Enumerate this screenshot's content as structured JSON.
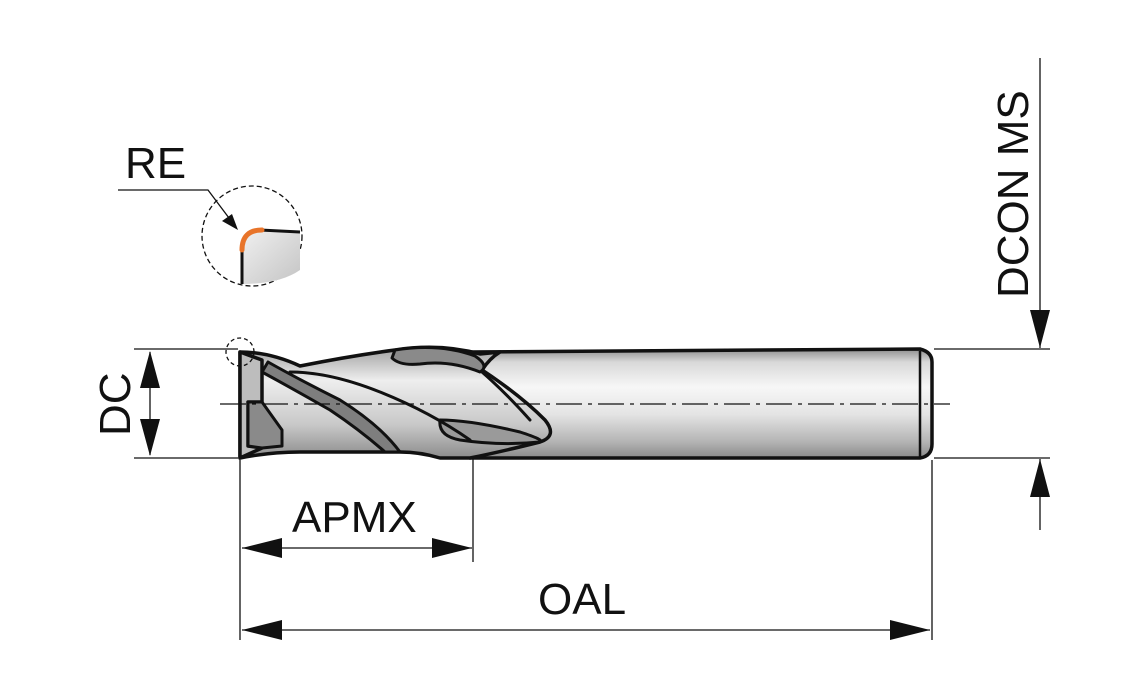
{
  "labels": {
    "re": "RE",
    "dcon_ms": "DCON MS",
    "dc": "DC",
    "apmx": "APMX",
    "oal": "OAL"
  },
  "colors": {
    "corner_radius_highlight": "#e8742a",
    "tool_body_light": "#f2f2f2",
    "tool_body_dark": "#9a9a9a",
    "line": "#111111"
  },
  "icons": {
    "tool": "end-mill-2-flute",
    "detail": "corner-radius-detail-circle"
  }
}
